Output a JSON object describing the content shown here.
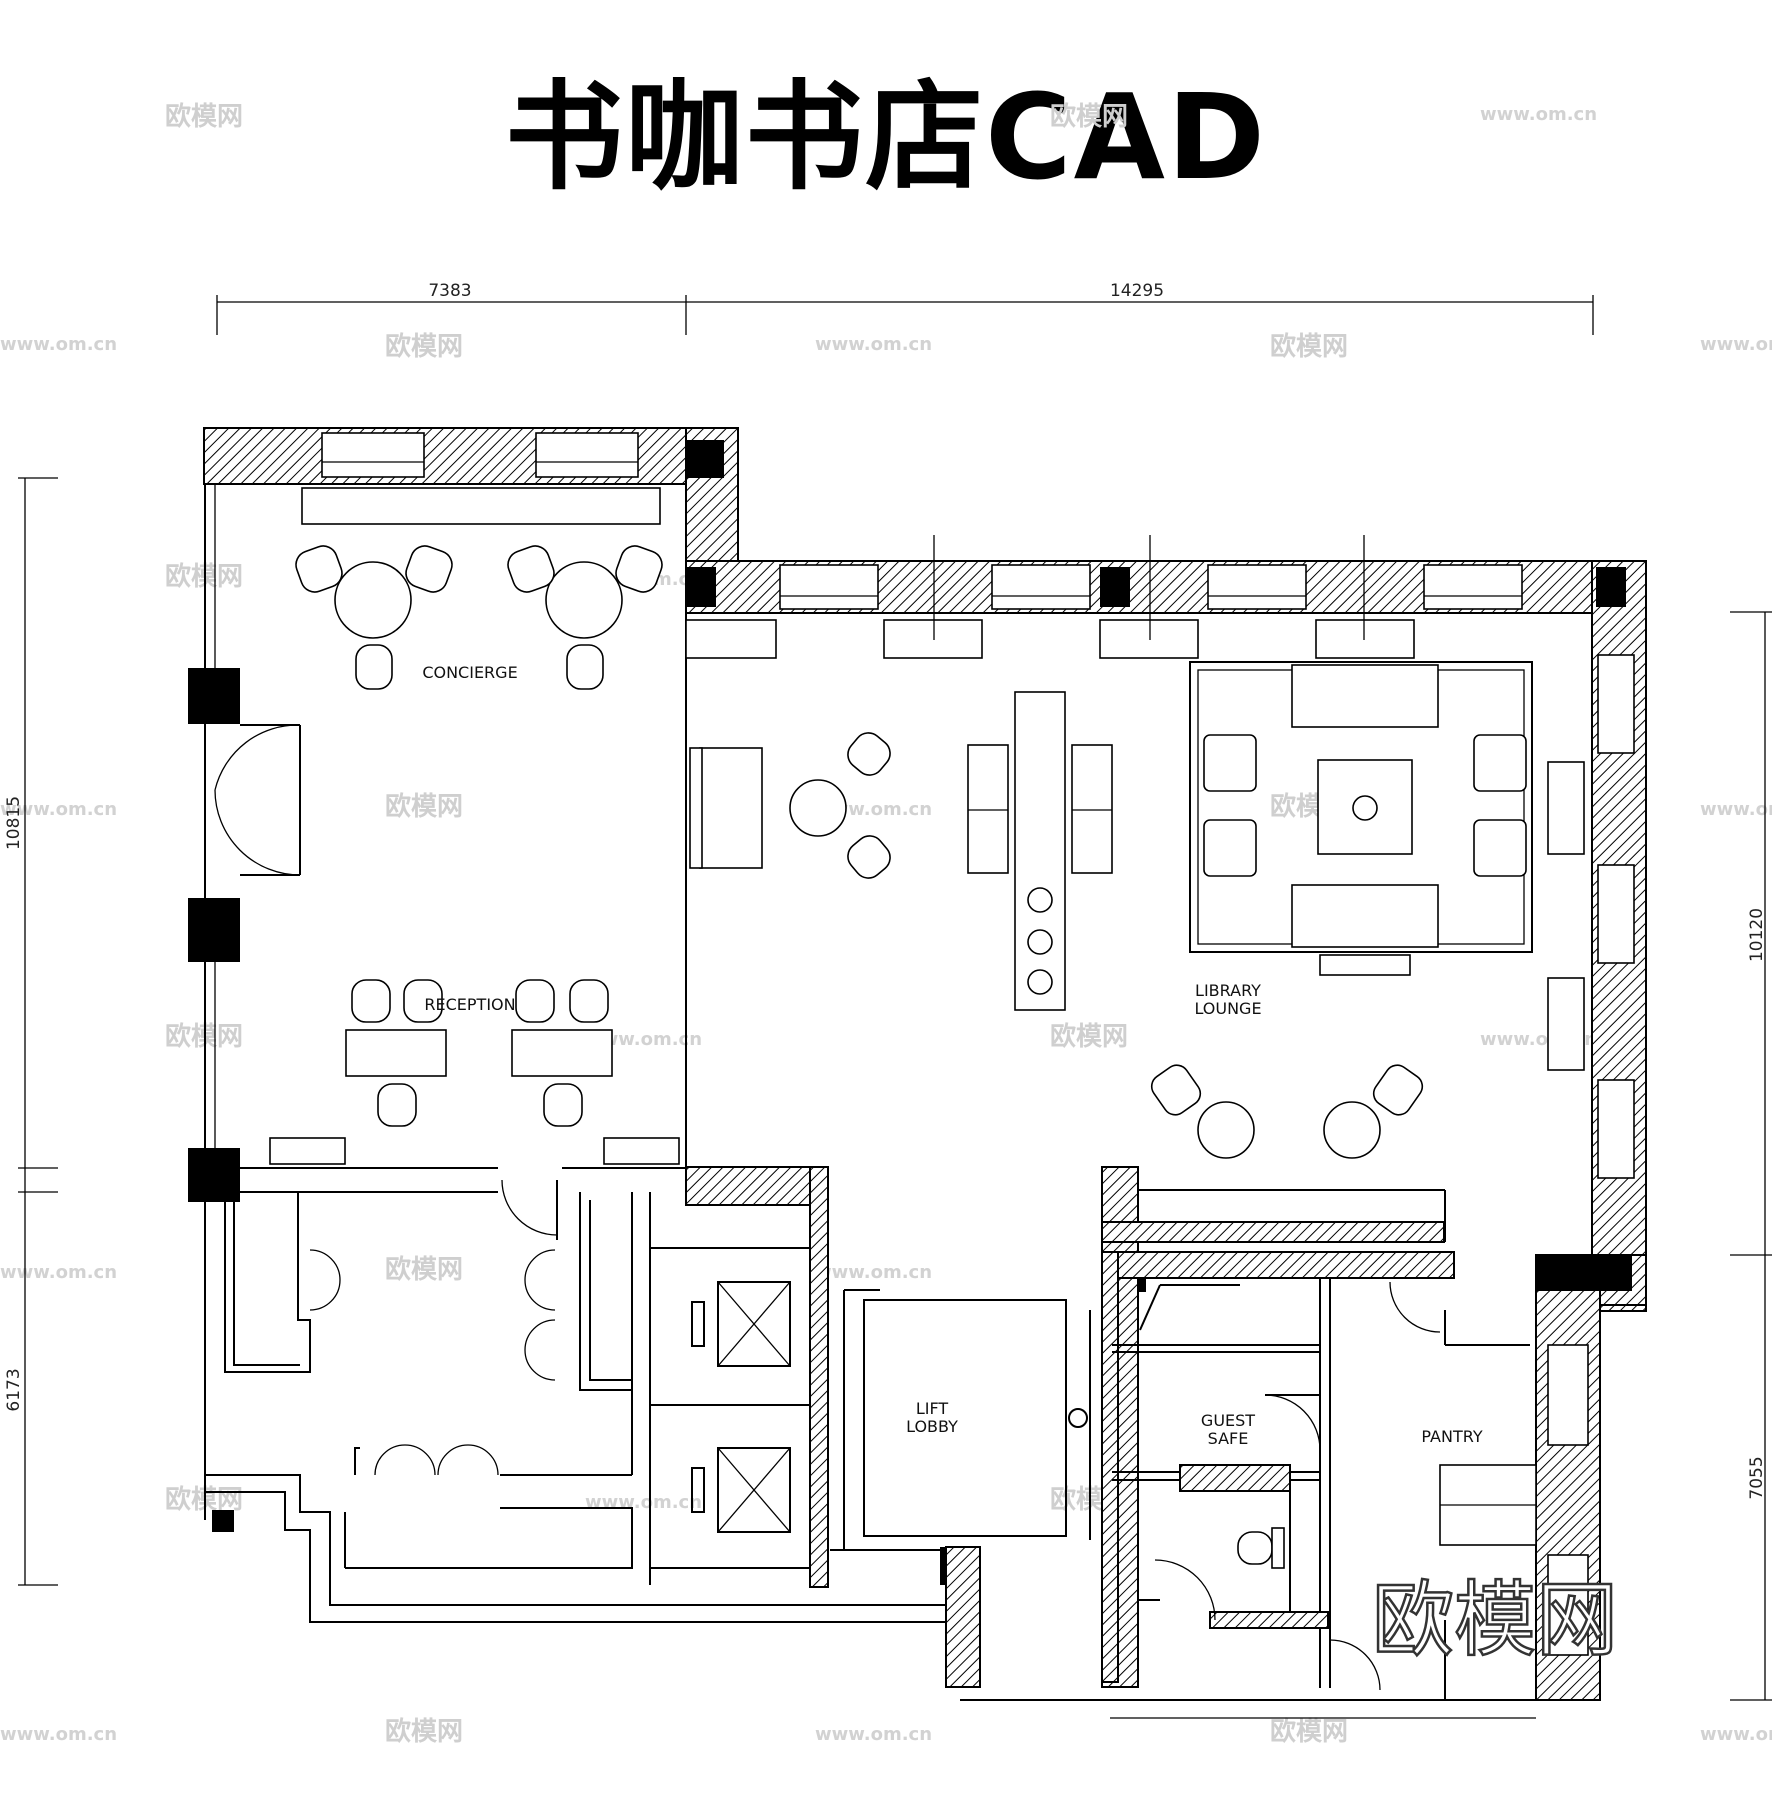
{
  "title": "书咖书店CAD",
  "dimensions": {
    "top_left": "7383",
    "top_right": "14295",
    "left_upper": "10815",
    "left_lower": "6173",
    "right_upper": "10120",
    "right_lower": "7055"
  },
  "rooms": {
    "concierge": "CONCIERGE",
    "reception": "RECEPTION",
    "library_lounge_1": "LIBRARY",
    "library_lounge_2": "LOUNGE",
    "lift_lobby_1": "LIFT",
    "lift_lobby_2": "LOBBY",
    "guest_safe_1": "GUEST",
    "guest_safe_2": "SAFE",
    "pantry": "PANTRY"
  },
  "watermark": {
    "brand": "欧模网",
    "url": "www.om.cn"
  }
}
